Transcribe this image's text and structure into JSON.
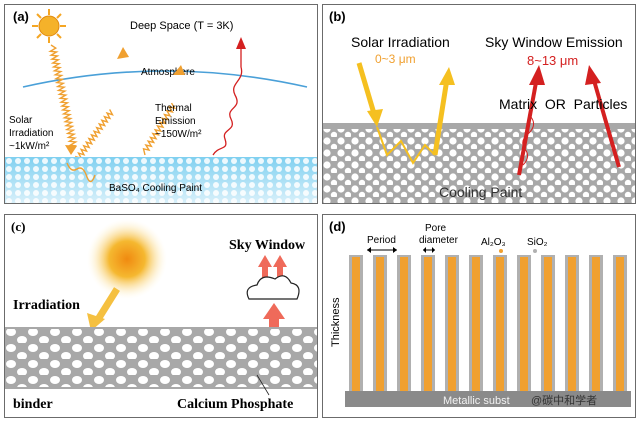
{
  "panel_a": {
    "label": "(a)",
    "deep_space": "Deep Space (T = 3K)",
    "atmosphere": "Atmosphere",
    "solar_1": "Solar",
    "solar_2": "Irradiation",
    "solar_3": "~1kW/m²",
    "thermal_1": "Thermal",
    "thermal_2": "Emission",
    "thermal_3": "~150W/m²",
    "paint": "BaSO₄ Cooling Paint"
  },
  "panel_b": {
    "label": "(b)",
    "solar": "Solar Irradiation",
    "solar_range": "0~3 μm",
    "sky_window": "Sky Window Emission",
    "sky_range": "8~13 μm",
    "matrix": "Matrix  OR  Particles",
    "paint": "Cooling Paint"
  },
  "panel_c": {
    "label": "(c)",
    "sky_window": "Sky Window",
    "irradiation": "Irradiation",
    "binder": "binder",
    "calcium": "Calcium Phosphate"
  },
  "panel_d": {
    "label": "(d)",
    "period": "Period",
    "pore_1": "Pore",
    "pore_2": "diameter",
    "al2o3": "Al₂O₃",
    "sio2": "SiO₂",
    "thickness": "Thickness",
    "substrate": "Metallic subst",
    "watermark": "@碳中和学者"
  },
  "colors": {
    "sun": "#f5a623",
    "solar_wave": "#f0a030",
    "thermal_red": "#d42020",
    "atmosphere": "#4aa0d8",
    "paint_blue": "#cfeaf7",
    "gray_matrix": "#a8a8a8",
    "al2o3_orange": "#f0a030",
    "sio2_gray": "#b0b0b0"
  }
}
